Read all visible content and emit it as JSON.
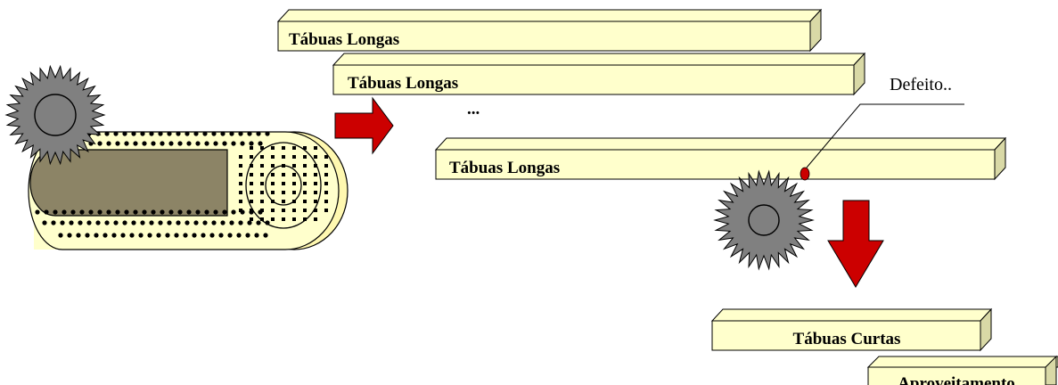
{
  "colors": {
    "board_face": "#ffffcc",
    "board_shade": "#d9d9a6",
    "log_bark": "#8c8466",
    "log_end": "#ffffcc",
    "gear": "#808080",
    "arrow": "#cc0000",
    "defect": "#cc0000"
  },
  "icons": [
    "saw-blade-icon",
    "log-icon",
    "arrow-right-icon",
    "arrow-down-icon",
    "saw-blade-icon"
  ],
  "boards": [
    {
      "id": "long-board-1",
      "label": "Tábuas Longas"
    },
    {
      "id": "long-board-2",
      "label": "Tábuas Longas"
    },
    {
      "id": "long-board-3",
      "label": "Tábuas Longas"
    },
    {
      "id": "short-board",
      "label": "Tábuas Curtas"
    },
    {
      "id": "leftover-board",
      "label": "Aproveitamento"
    }
  ],
  "ellipsis": "...",
  "defect_label": "Defeito.."
}
